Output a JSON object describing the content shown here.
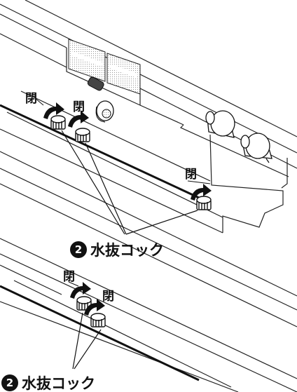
{
  "labels": {
    "close": "閉",
    "valve_name": "水抜コック",
    "callout_number": "2"
  },
  "icons": {
    "rotation_arrow": "clockwise-arrow-icon",
    "callout_marker": "circled-number-icon"
  }
}
